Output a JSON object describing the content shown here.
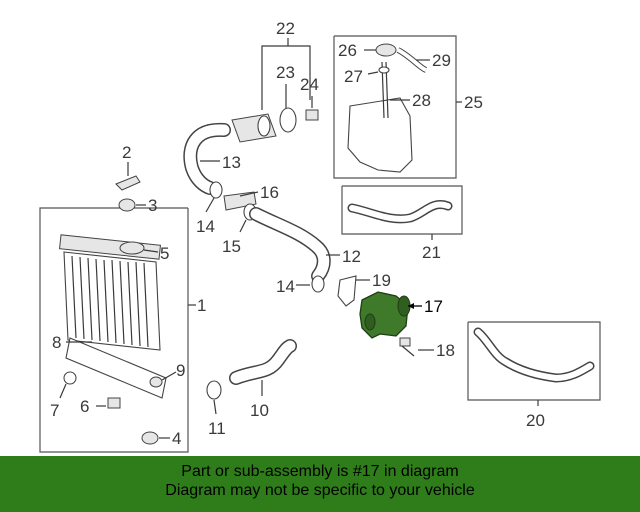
{
  "callouts": {
    "c1": "1",
    "c2": "2",
    "c3": "3",
    "c4": "4",
    "c5": "5",
    "c6": "6",
    "c7": "7",
    "c8": "8",
    "c9": "9",
    "c10": "10",
    "c11": "11",
    "c12": "12",
    "c13": "13",
    "c14a": "14",
    "c14b": "14",
    "c15": "15",
    "c16": "16",
    "c17": "17",
    "c18": "18",
    "c19": "19",
    "c20": "20",
    "c21": "21",
    "c22": "22",
    "c23": "23",
    "c24": "24",
    "c25": "25",
    "c26": "26",
    "c27": "27",
    "c28": "28",
    "c29": "29"
  },
  "highlight": {
    "part": "17",
    "color": "#3f7a2a"
  },
  "banner": {
    "line1": "Part or sub-assembly is #17 in diagram",
    "line2": "Diagram may not be specific to your vehicle",
    "color": "#2e7d1a"
  }
}
